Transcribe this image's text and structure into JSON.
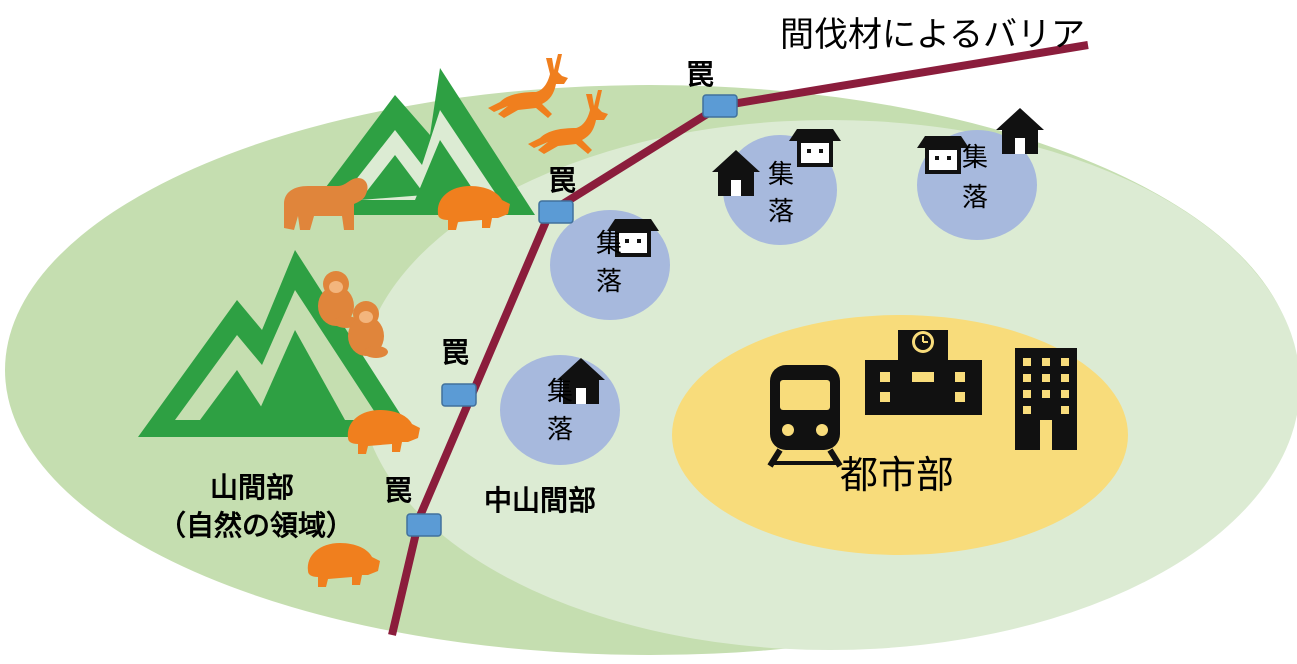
{
  "labels": {
    "barrier": "間伐材によるバリア",
    "trap": "罠",
    "settlement_top": "集",
    "settlement_bottom": "落",
    "mountain_title": "山間部",
    "mountain_sub": "（自然の領域）",
    "middle": "中山間部",
    "urban": "都市部"
  },
  "colors": {
    "outer_zone": "#c5deb0",
    "inner_zone": "#dcebd3",
    "mountain": "#2ea043",
    "settlement": "#a7b9dd",
    "urban": "#f8dc7b",
    "barrier": "#8b1d3c",
    "trap": "#5b9bd5",
    "animal": "#f07f1e",
    "animal_dark": "#e0853b",
    "building": "#111111"
  },
  "icons": [
    "deer-icon",
    "bear-icon",
    "boar-icon",
    "monkey-icon",
    "house-icon",
    "train-icon",
    "school-icon",
    "office-building-icon",
    "trap-icon"
  ]
}
